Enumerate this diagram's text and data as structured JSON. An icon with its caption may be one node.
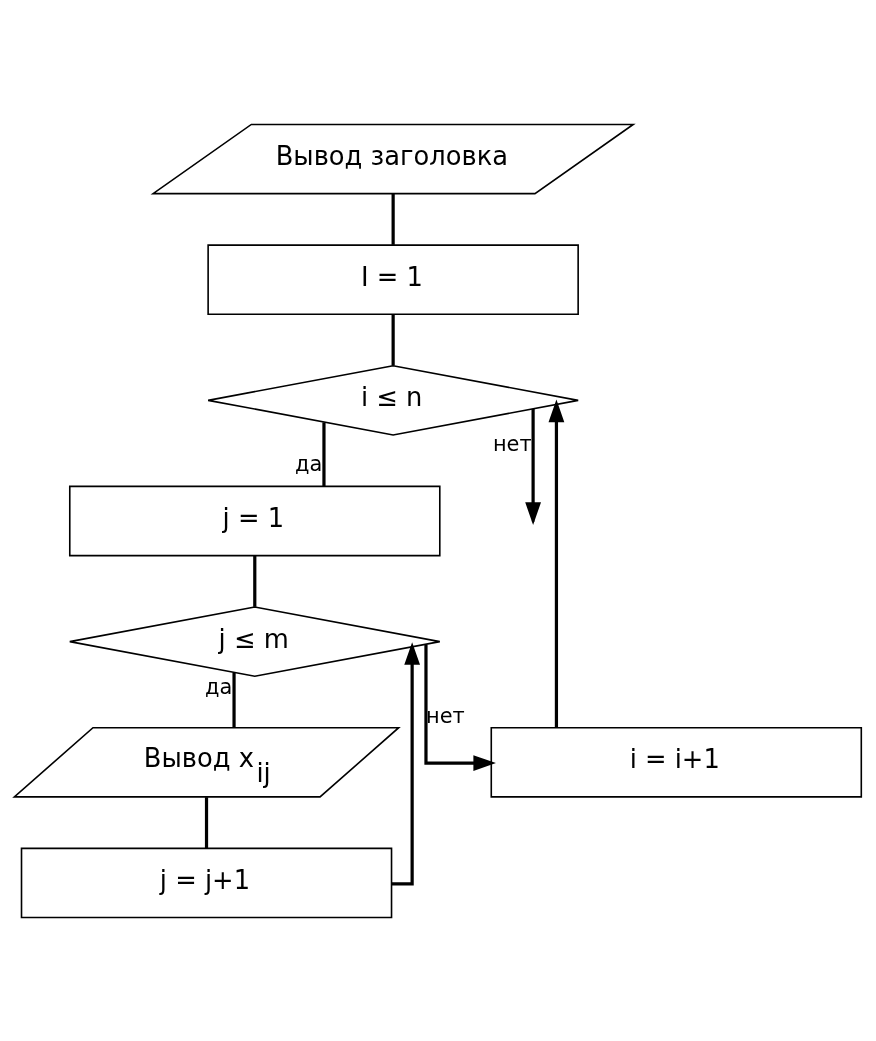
{
  "diagram": {
    "nodes": [
      {
        "text": [
          "Вывод заголовка"
        ]
      },
      {
        "text": [
          "I = 1"
        ]
      },
      {
        "text": [
          "i ≤ n"
        ]
      },
      {
        "text": [
          "j = 1"
        ]
      },
      {
        "text": [
          "j ≤ m"
        ]
      },
      {
        "text": [
          "Вывод x$_{ij}$"
        ]
      },
      {
        "text": [
          "j = j+1"
        ]
      },
      {
        "text": [
          "i = i+1"
        ]
      }
    ],
    "edges": [
      {
        "from": 0,
        "to": 1,
        "arrow": "none"
      },
      {
        "from": 1,
        "to": 2,
        "arrow": "none"
      },
      {
        "from": 2,
        "to": 3,
        "arrow": "none",
        "label": "да"
      },
      {
        "from": 3,
        "to": 4,
        "arrow": "none"
      },
      {
        "from": 4,
        "to": 5,
        "arrow": "none",
        "label": "да"
      },
      {
        "from": 5,
        "to": 6,
        "arrow": "none"
      },
      {
        "from": 6,
        "to": 4,
        "arrow": "to"
      },
      {
        "from": 4,
        "to": 7,
        "arrow": "to",
        "label": "нет"
      },
      {
        "from": 7,
        "to": 2,
        "arrow": "to"
      },
      {
        "from": 2,
        "to": null,
        "arrow": "to",
        "label": "нет"
      }
    ]
  }
}
